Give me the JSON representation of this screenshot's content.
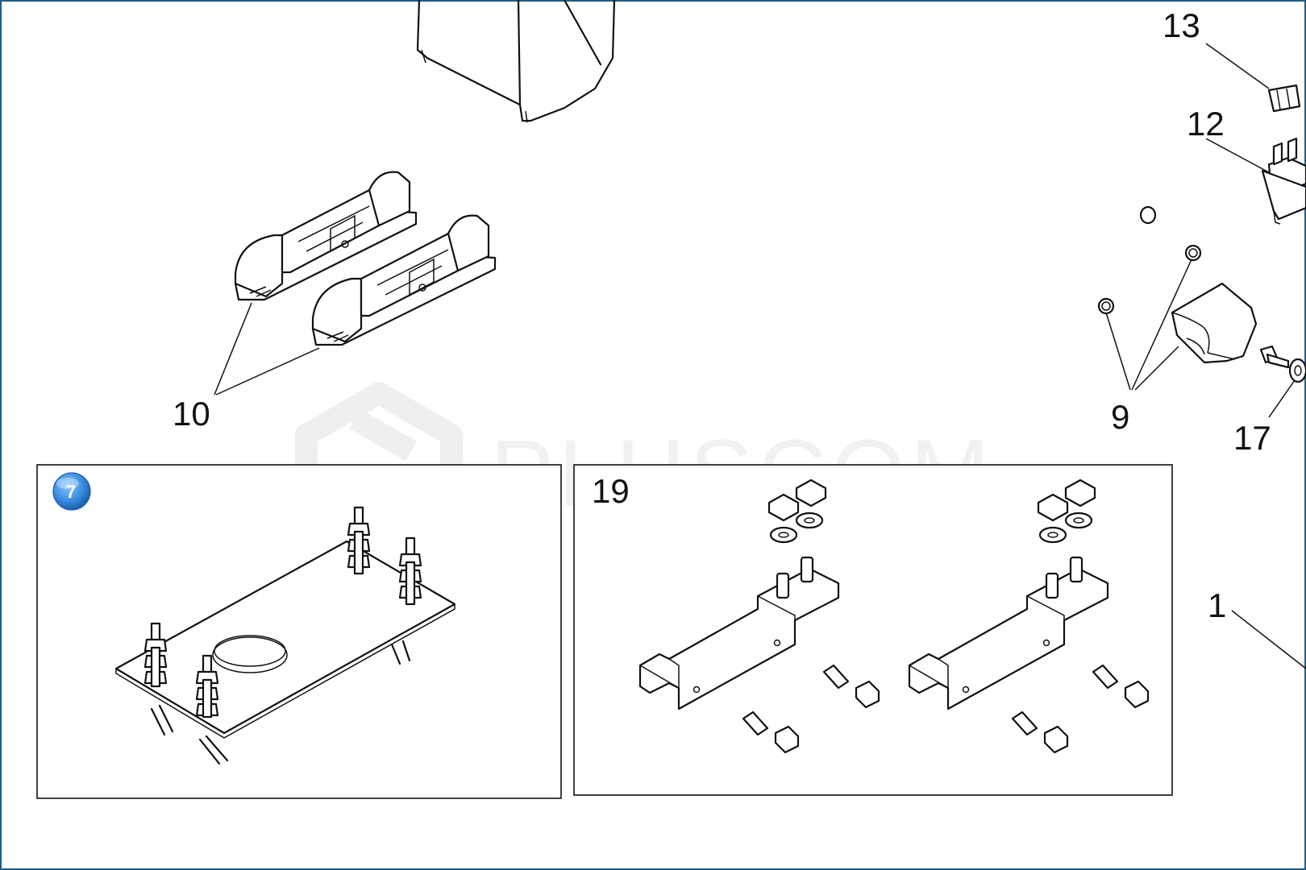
{
  "diagram": {
    "callouts": {
      "c1": "1",
      "c9": "9",
      "c10": "10",
      "c12": "12",
      "c13": "13",
      "c17": "17",
      "c19": "19"
    },
    "badge": "7",
    "watermark": "PLUSCOM"
  },
  "colors": {
    "frame": "#1f5e86",
    "badge": "#3d8fe0",
    "watermark": "#efefef"
  }
}
